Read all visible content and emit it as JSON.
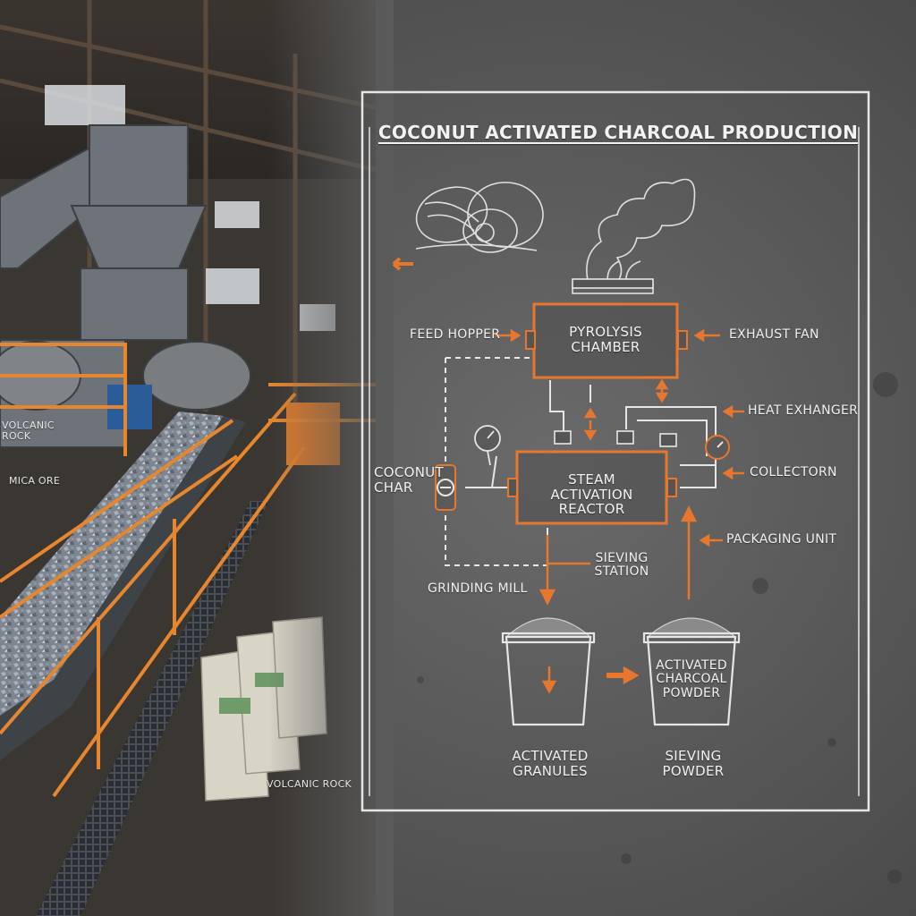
{
  "diagram": {
    "title": "COCONUT ACTIVATED CHARCOAL PRODUCTION",
    "boxes": {
      "pyrolysis": "PYROLYSIS CHAMBER",
      "steam_activation": "STEAM ACTIVATION REACTOR"
    },
    "labels": {
      "feed_hopper": "FEED HOPPER",
      "exhaust_fan": "EXHAUST FAN",
      "heat_exchanger": "HEAT EXHANGER",
      "collector": "COLLECTORN",
      "coconut_char": "COCONUT CHAR",
      "packaging_unit": "PACKAGING UNIT",
      "sieving_station": "SIEVING STATION",
      "grinding_mill": "GRINDING MILL",
      "activated_charcoal_powder": "ACTIVATED CHARCOAL POWDER",
      "activated_granules": "ACTIVATED GRANULES",
      "sieving_powder": "SIEVING POWDER"
    },
    "colors": {
      "accent": "#e8772e",
      "line": "#e6e6e6",
      "board": "#585858"
    }
  },
  "photo": {
    "labels": {
      "volcanic_rock_left": "VOLCANIC ROCK",
      "mica_ore": "MICA ORE",
      "volcanic_rock_bottom": "VOLCANIC ROCK"
    }
  }
}
